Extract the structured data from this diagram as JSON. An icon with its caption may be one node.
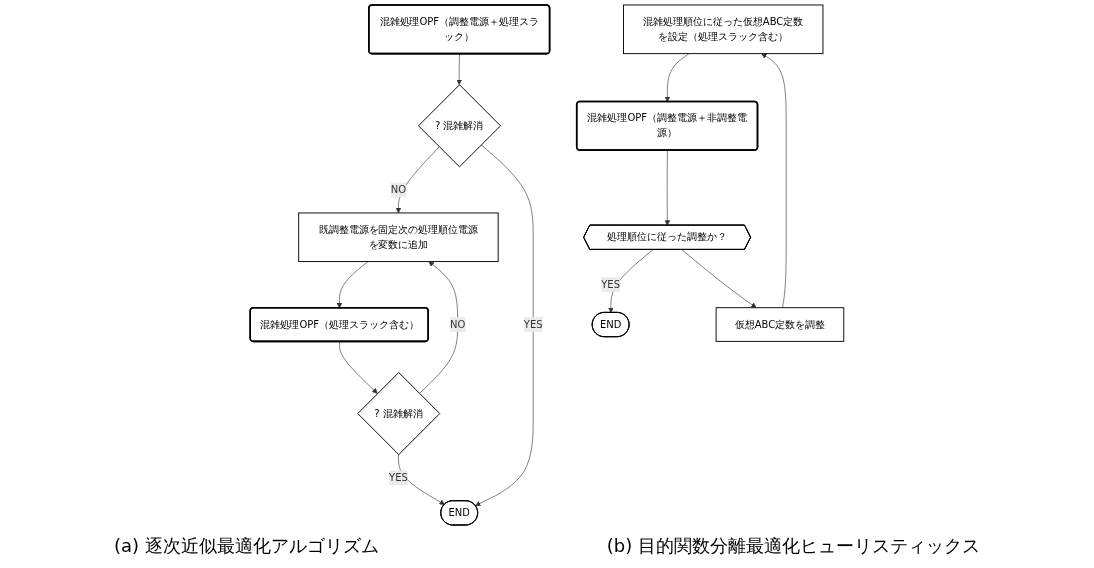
{
  "diagram": {
    "nodes": [
      {
        "text": [
          "混雑処理OPF（調整電源＋処理スラック）"
        ]
      },
      {
        "text": [
          "? 混雑解消"
        ]
      },
      {
        "text": [
          "既調整電源を固定次の処理順位電源を変数に追加"
        ]
      },
      {
        "text": [
          "混雑処理OPF（処理スラック含む）"
        ]
      },
      {
        "text": [
          "? 混雑解消"
        ]
      },
      {
        "text": [
          "END"
        ]
      },
      {
        "text": [
          "混雑処理順位に従った仮想ABC定数を設定（処理スラック含む）"
        ]
      },
      {
        "text": [
          "混雑処理OPF（調整電源＋非調整電源）"
        ]
      },
      {
        "text": [
          "処理順位に従った調整か？"
        ]
      },
      {
        "text": [
          "仮想ABC定数を調整"
        ]
      },
      {
        "text": [
          "END"
        ]
      }
    ],
    "edges": [
      {
        "from": 0,
        "to": 1,
        "arrow": "to"
      },
      {
        "from": 1,
        "to": 2,
        "arrow": "to",
        "label": "NO"
      },
      {
        "from": 1,
        "to": 5,
        "arrow": "to",
        "label": "YES"
      },
      {
        "from": 2,
        "to": 3,
        "arrow": "to"
      },
      {
        "from": 3,
        "to": 4,
        "arrow": "to"
      },
      {
        "from": 4,
        "to": 5,
        "arrow": "to",
        "label": "YES"
      },
      {
        "from": 4,
        "to": 2,
        "arrow": "to",
        "label": "NO"
      },
      {
        "from": 6,
        "to": 7,
        "arrow": "to"
      },
      {
        "from": 7,
        "to": 8,
        "arrow": "to"
      },
      {
        "from": 8,
        "to": 10,
        "arrow": "to",
        "label": "YES"
      },
      {
        "from": 8,
        "to": 9,
        "arrow": "to"
      },
      {
        "from": 9,
        "to": 6,
        "arrow": "to"
      }
    ],
    "labels": [
      "(a) 逐次近似最適化アルゴリズム",
      "(b) 目的関数分離最適化ヒューリスティックス"
    ]
  }
}
